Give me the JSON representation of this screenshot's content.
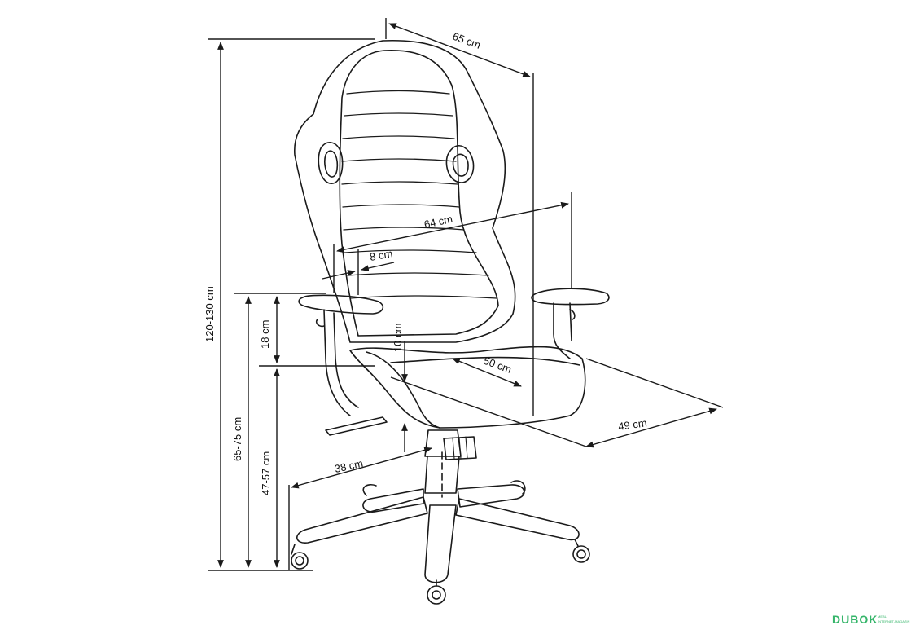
{
  "dimensions": {
    "back_width": "65 cm",
    "seat_width": "64 cm",
    "armrest_width": "8 cm",
    "total_height": "120-130 cm",
    "armrest_height_above_seat": "18 cm",
    "armrest_height": "65-75 cm",
    "seat_height": "47-57 cm",
    "height_adjustment": "10 cm",
    "seat_depth": "50 cm",
    "depth": "49 cm",
    "base_radius": "38 cm"
  },
  "watermark": {
    "brand": "DUBOK",
    "tagline_1": "MEBLI",
    "tagline_2": "INTERNET-MAGAZIN"
  },
  "colors": {
    "line": "#1a1a1a",
    "watermark": "#35b56a"
  }
}
